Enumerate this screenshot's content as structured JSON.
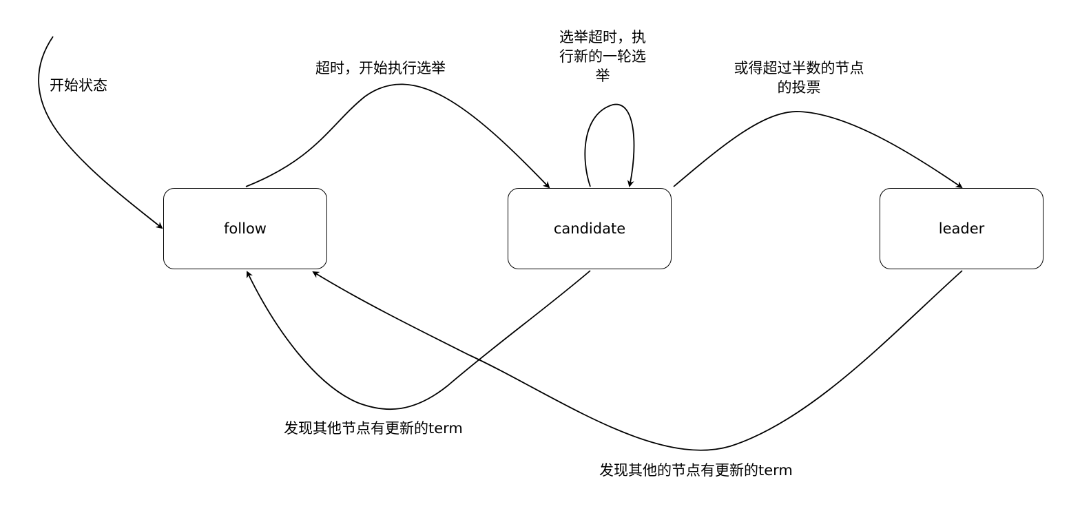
{
  "states": {
    "follow": "follow",
    "candidate": "candidate",
    "leader": "leader"
  },
  "transitions": {
    "start": "开始状态",
    "follow_to_candidate": "超时，开始执行选举",
    "candidate_self_line1": "选举超时，执",
    "candidate_self_line2": "行新的一轮选",
    "candidate_self_line3": "举",
    "candidate_to_leader_line1": "或得超过半数的节点",
    "candidate_to_leader_line2": "的投票",
    "candidate_to_follow": "发现其他节点有更新的term",
    "leader_to_follow": "发现其他的节点有更新的term"
  },
  "colors": {
    "stroke": "#000000",
    "background": "#ffffff"
  }
}
